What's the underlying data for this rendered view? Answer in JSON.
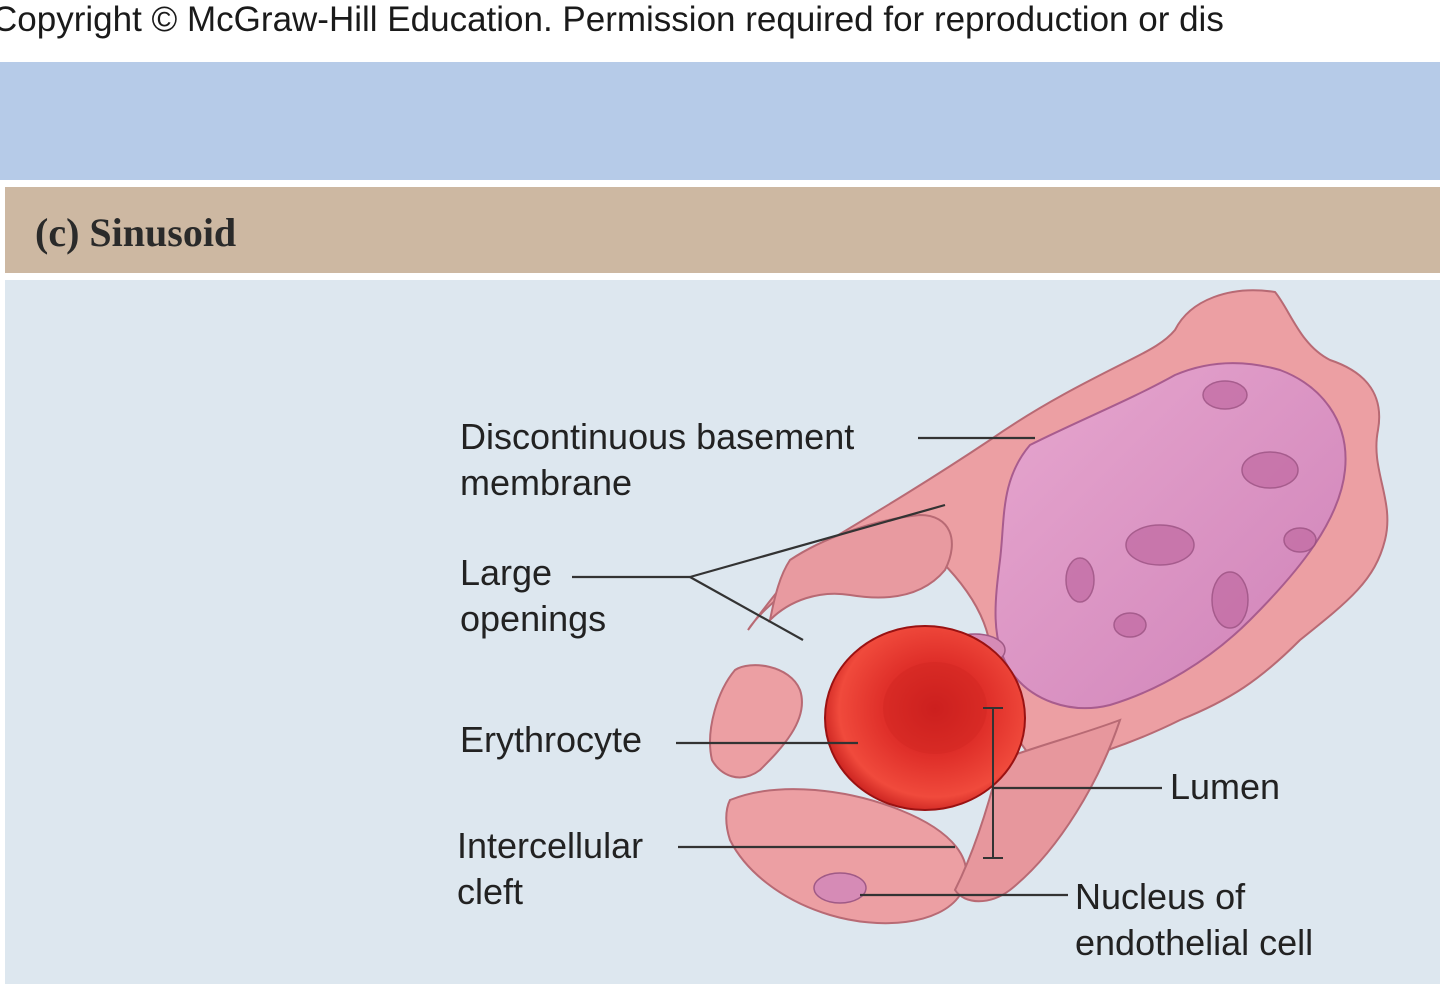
{
  "copyright": "Copyright © McGraw-Hill Education. Permission required for reproduction or dis",
  "panel_title": "(c) Sinusoid",
  "labels": {
    "basement_membrane": {
      "line1": "Discontinuous basement",
      "line2": "membrane"
    },
    "large_openings": {
      "line1": "Large",
      "line2": "openings"
    },
    "erythrocyte": "Erythrocyte",
    "intercellular_cleft": {
      "line1": "Intercellular",
      "line2": "cleft"
    },
    "lumen": "Lumen",
    "nucleus": {
      "line1": "Nucleus of",
      "line2": "endothelial cell"
    }
  },
  "colors": {
    "header_band": "#b6cbe8",
    "title_bar": "#cdb8a2",
    "panel_bg": "#dde7ef",
    "vessel_outer": "#e89a9e",
    "vessel_inner": "#d98bbd",
    "erythrocyte": "#d8201c"
  }
}
